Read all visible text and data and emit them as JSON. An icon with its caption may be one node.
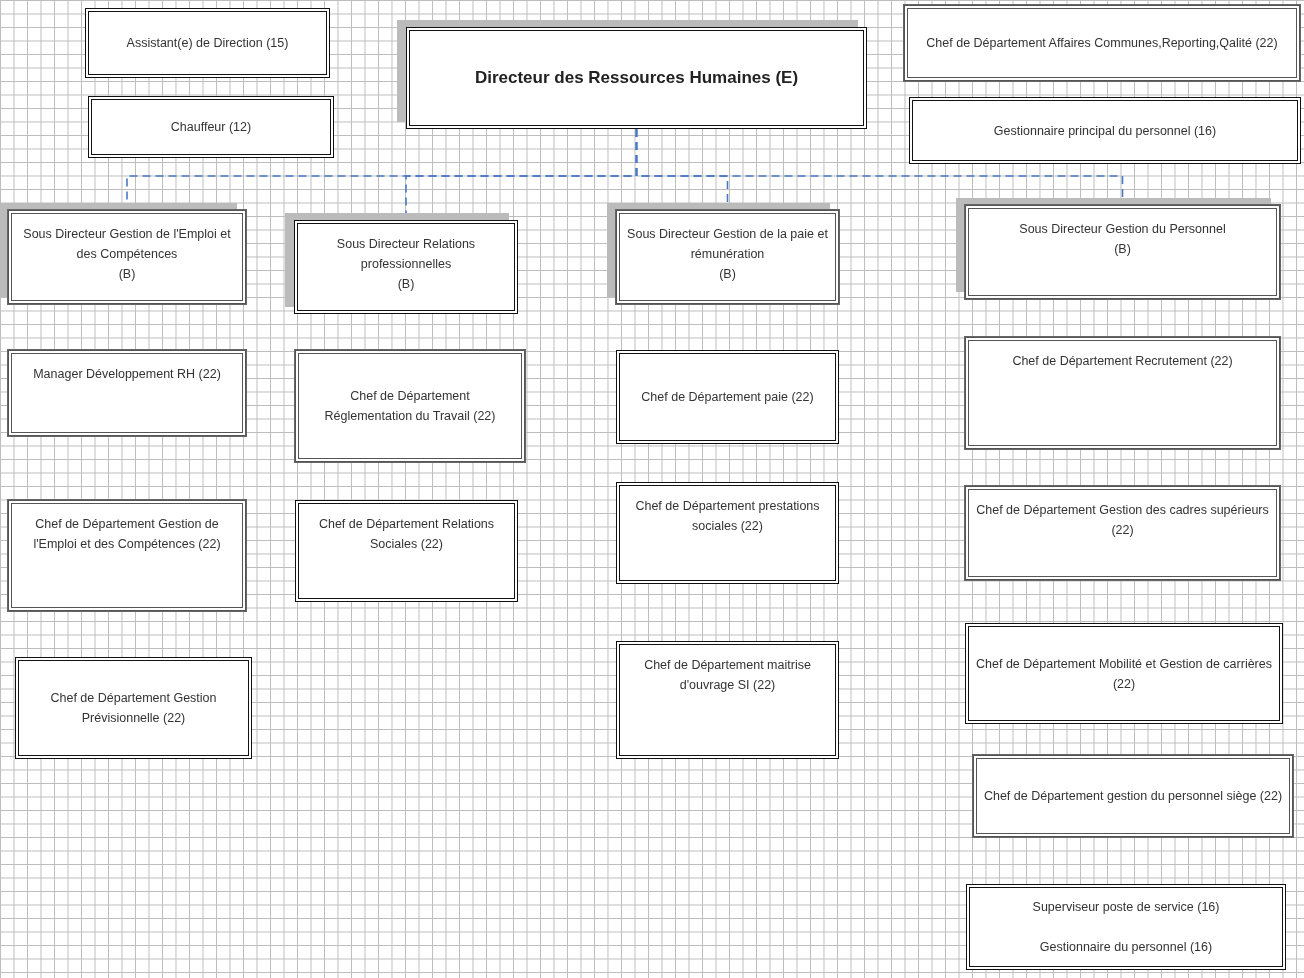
{
  "diagram": {
    "nodes": [
      {
        "text": [
          "Assistant(e) de Direction (15)"
        ]
      },
      {
        "text": [
          "Chauffeur   (12)"
        ]
      },
      {
        "text": [
          "Directeur des Ressources Humaines  (E)"
        ]
      },
      {
        "text": [
          "Chef de Département Affaires Communes,Reporting,Qalité (22)"
        ]
      },
      {
        "text": [
          "Gestionnaire principal du personnel (16)"
        ]
      },
      {
        "text": [
          "Sous Directeur Gestion de  l'Emploi et des Compétences",
          "(B)"
        ]
      },
      {
        "text": [
          "Sous  Directeur Relations professionnelles",
          "(B)"
        ]
      },
      {
        "text": [
          "Sous Directeur Gestion de la paie et rémunération",
          "(B)"
        ]
      },
      {
        "text": [
          "Sous Directeur Gestion du Personnel",
          "(B)"
        ]
      },
      {
        "text": [
          "Manager Développement RH (22)"
        ]
      },
      {
        "text": [
          "Chef de Département Réglementation du Travail (22)"
        ]
      },
      {
        "text": [
          "Chef de Département paie (22)"
        ]
      },
      {
        "text": [
          "Chef de Département Recrutement (22)"
        ]
      },
      {
        "text": [
          "Chef de Département Gestion de l'Emploi et des Compétences (22)"
        ]
      },
      {
        "text": [
          "Chef de Département Relations Sociales (22)"
        ]
      },
      {
        "text": [
          "Chef de Département prestations sociales (22)"
        ]
      },
      {
        "text": [
          "Chef de Département Gestion des cadres supérieurs (22)"
        ]
      },
      {
        "text": [
          "Chef de Département Gestion Prévisionnelle (22)"
        ]
      },
      {
        "text": [
          "Chef de Département maitrise d'ouvrage SI (22)"
        ]
      },
      {
        "text": [
          "Chef de Département Mobilité et Gestion de carrières (22)"
        ]
      },
      {
        "text": [
          "Chef de Département gestion du personnel siège (22)"
        ]
      },
      {
        "text": [
          "Superviseur poste de service (16)",
          "Gestionnaire du personnel (16)"
        ]
      }
    ],
    "edges": [
      {
        "from": 2,
        "to": 5,
        "arrow": "none",
        "style": "dashed"
      },
      {
        "from": 2,
        "to": 6,
        "arrow": "none",
        "style": "dashed"
      },
      {
        "from": 2,
        "to": 7,
        "arrow": "none",
        "style": "dashed"
      },
      {
        "from": 2,
        "to": 8,
        "arrow": "none",
        "style": "dashed"
      }
    ]
  }
}
